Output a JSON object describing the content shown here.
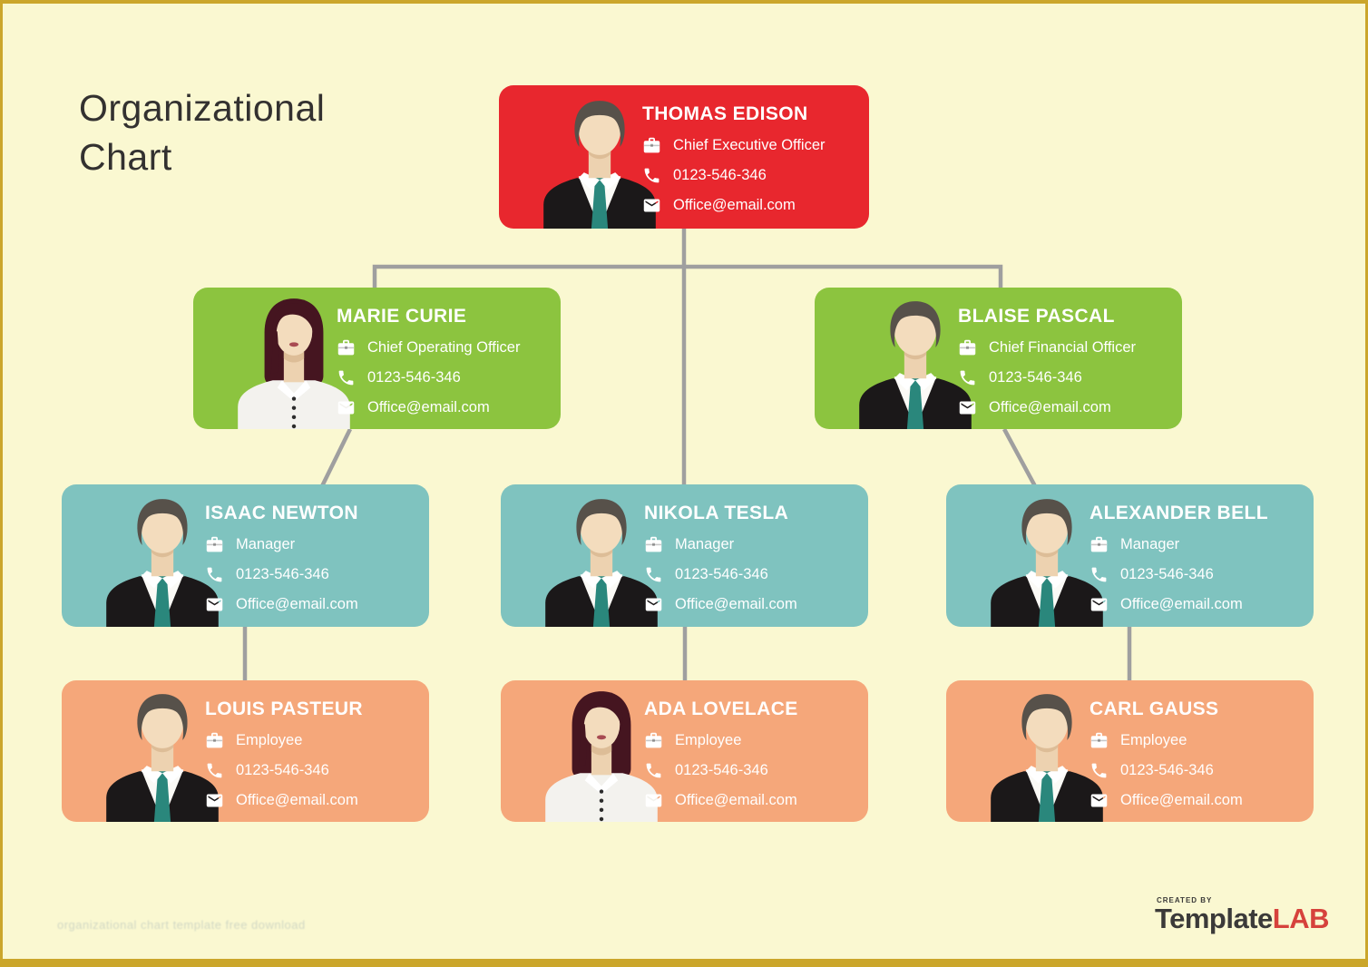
{
  "header": {
    "title_line1": "Organizational",
    "title_line2": "Chart"
  },
  "watermark": {
    "text": "organizational chart template free download"
  },
  "branding": {
    "created_by": "CREATED BY",
    "name_primary": "Template",
    "name_accent": "LAB"
  },
  "palette": {
    "background": "#faf8d1",
    "frame": "#cba62b",
    "ceo_red": "#e8272e",
    "officer_green": "#8cc43f",
    "manager_teal": "#7fc3bf",
    "employee_orange": "#f5a77a",
    "connector_gray": "#9f9f9f",
    "brand_accent": "#d6423c"
  },
  "icons": [
    "briefcase-icon",
    "phone-icon",
    "mail-icon"
  ],
  "org": {
    "nodes": [
      {
        "name": "THOMAS EDISON",
        "role": "Chief Executive Officer",
        "phone": "0123-546-346",
        "email": "Office@email.com",
        "level": "ceo",
        "avatar": "male",
        "reports_to": null
      },
      {
        "name": "MARIE CURIE",
        "role": "Chief Operating Officer",
        "phone": "0123-546-346",
        "email": "Office@email.com",
        "level": "officer",
        "avatar": "female",
        "reports_to": "THOMAS EDISON"
      },
      {
        "name": "BLAISE PASCAL",
        "role": "Chief Financial Officer",
        "phone": "0123-546-346",
        "email": "Office@email.com",
        "level": "officer",
        "avatar": "male",
        "reports_to": "THOMAS EDISON"
      },
      {
        "name": "ISAAC NEWTON",
        "role": "Manager",
        "phone": "0123-546-346",
        "email": "Office@email.com",
        "level": "manager",
        "avatar": "male",
        "reports_to": "MARIE CURIE"
      },
      {
        "name": "NIKOLA TESLA",
        "role": "Manager",
        "phone": "0123-546-346",
        "email": "Office@email.com",
        "level": "manager",
        "avatar": "male",
        "reports_to": "THOMAS EDISON"
      },
      {
        "name": "ALEXANDER BELL",
        "role": "Manager",
        "phone": "0123-546-346",
        "email": "Office@email.com",
        "level": "manager",
        "avatar": "male",
        "reports_to": "BLAISE PASCAL"
      },
      {
        "name": "LOUIS PASTEUR",
        "role": "Employee",
        "phone": "0123-546-346",
        "email": "Office@email.com",
        "level": "employee",
        "avatar": "male",
        "reports_to": "ISAAC NEWTON"
      },
      {
        "name": "ADA LOVELACE",
        "role": "Employee",
        "phone": "0123-546-346",
        "email": "Office@email.com",
        "level": "employee",
        "avatar": "female",
        "reports_to": "NIKOLA TESLA"
      },
      {
        "name": "CARL GAUSS",
        "role": "Employee",
        "phone": "0123-546-346",
        "email": "Office@email.com",
        "level": "employee",
        "avatar": "male",
        "reports_to": "ALEXANDER BELL"
      }
    ]
  }
}
